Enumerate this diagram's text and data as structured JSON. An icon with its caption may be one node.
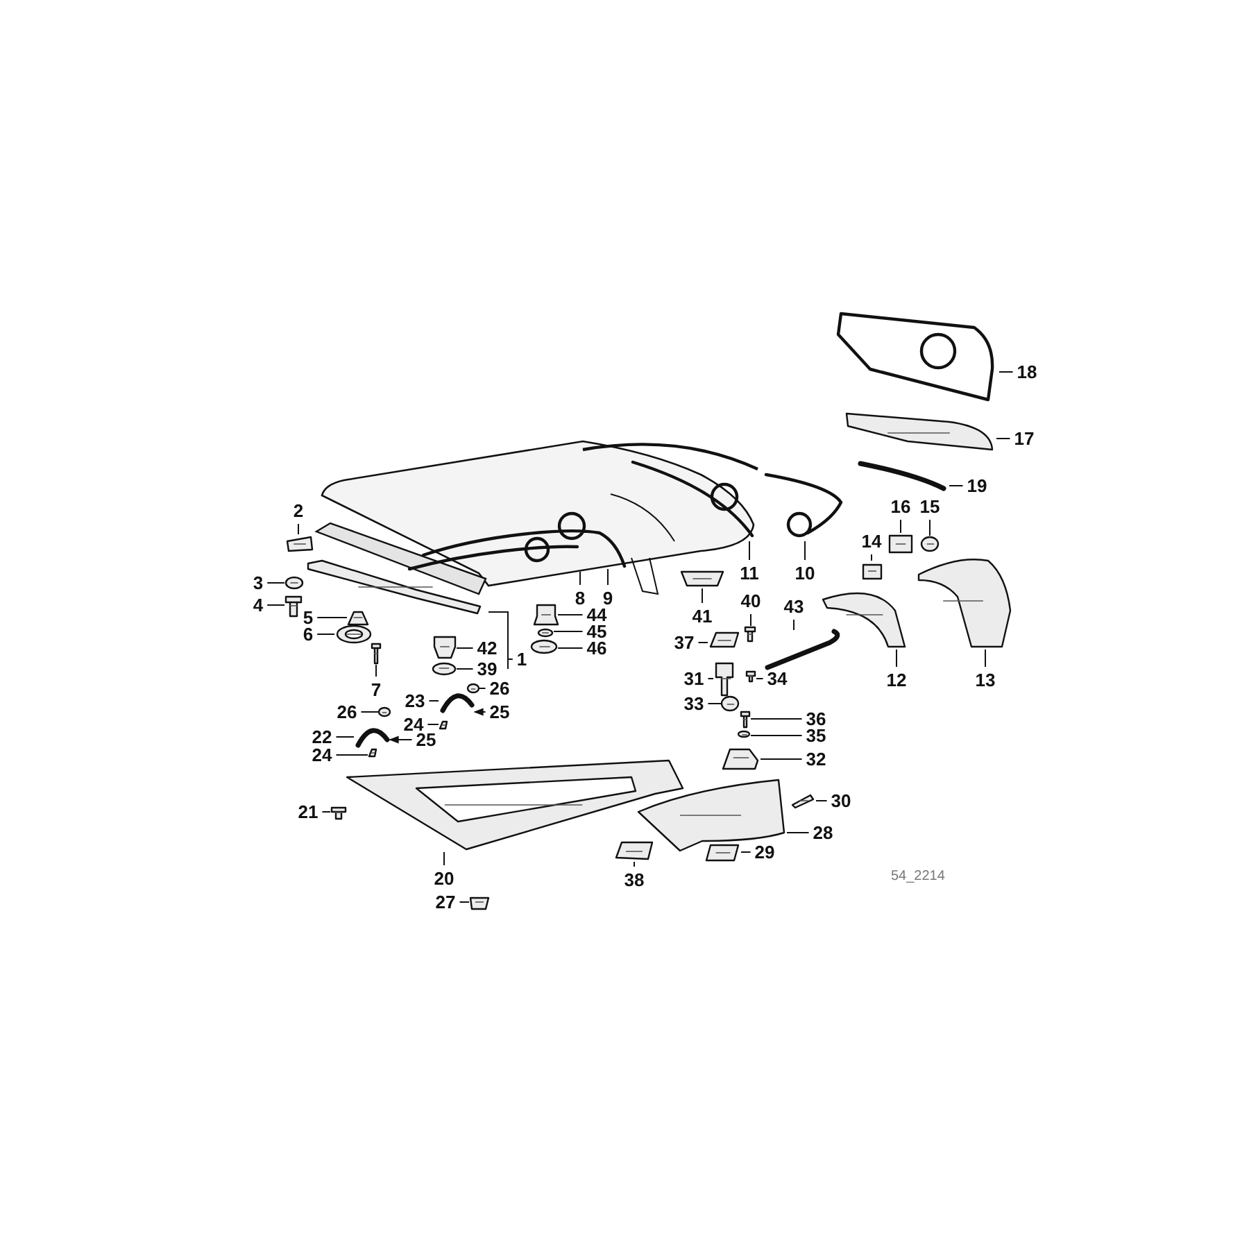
{
  "diagram": {
    "nodes": [
      {
        "text": [
          "1"
        ]
      },
      {
        "text": [],
        "shape": "picture"
      },
      {
        "text": [
          "2"
        ]
      },
      {
        "text": [],
        "shape": "picture"
      },
      {
        "text": [
          "3"
        ]
      },
      {
        "text": [],
        "shape": "picture"
      },
      {
        "text": [
          "4"
        ]
      },
      {
        "text": [],
        "shape": "picture"
      },
      {
        "text": [
          "5"
        ]
      },
      {
        "text": [],
        "shape": "picture"
      },
      {
        "text": [
          "6"
        ]
      },
      {
        "text": [],
        "shape": "picture"
      },
      {
        "text": [
          "7"
        ]
      },
      {
        "text": [],
        "shape": "picture"
      },
      {
        "text": [
          "8"
        ]
      },
      {
        "text": [],
        "shape": "picture"
      },
      {
        "text": [
          "9"
        ]
      },
      {
        "text": [],
        "shape": "picture"
      },
      {
        "text": [
          "10"
        ]
      },
      {
        "text": [],
        "shape": "picture"
      },
      {
        "text": [
          "11"
        ]
      },
      {
        "text": [],
        "shape": "picture"
      },
      {
        "text": [
          "12"
        ]
      },
      {
        "text": [],
        "shape": "picture"
      },
      {
        "text": [
          "13"
        ]
      },
      {
        "text": [],
        "shape": "picture"
      },
      {
        "text": [
          "14"
        ]
      },
      {
        "text": [],
        "shape": "picture"
      },
      {
        "text": [
          "15"
        ]
      },
      {
        "text": [],
        "shape": "picture"
      },
      {
        "text": [
          "16"
        ]
      },
      {
        "text": [],
        "shape": "picture"
      },
      {
        "text": [
          "17"
        ]
      },
      {
        "text": [],
        "shape": "picture"
      },
      {
        "text": [
          "18"
        ]
      },
      {
        "text": [],
        "shape": "picture"
      },
      {
        "text": [
          "19"
        ]
      },
      {
        "text": [],
        "shape": "picture"
      },
      {
        "text": [
          "20"
        ]
      },
      {
        "text": [],
        "shape": "picture"
      },
      {
        "text": [
          "21"
        ]
      },
      {
        "text": [],
        "shape": "picture"
      },
      {
        "text": [
          "22"
        ]
      },
      {
        "text": [],
        "shape": "picture"
      },
      {
        "text": [
          "23"
        ]
      },
      {
        "text": [],
        "shape": "picture"
      },
      {
        "text": [
          "24"
        ]
      },
      {
        "text": [],
        "shape": "picture"
      },
      {
        "text": [
          "24"
        ]
      },
      {
        "text": [],
        "shape": "picture"
      },
      {
        "text": [
          "25"
        ]
      },
      {
        "text": [
          "25"
        ]
      },
      {
        "text": [
          "26"
        ]
      },
      {
        "text": [],
        "shape": "picture"
      },
      {
        "text": [
          "26"
        ]
      },
      {
        "text": [],
        "shape": "picture"
      },
      {
        "text": [
          "27"
        ]
      },
      {
        "text": [],
        "shape": "picture"
      },
      {
        "text": [
          "28"
        ]
      },
      {
        "text": [],
        "shape": "picture"
      },
      {
        "text": [
          "29"
        ]
      },
      {
        "text": [],
        "shape": "picture"
      },
      {
        "text": [
          "30"
        ]
      },
      {
        "text": [],
        "shape": "picture"
      },
      {
        "text": [
          "31"
        ]
      },
      {
        "text": [],
        "shape": "picture"
      },
      {
        "text": [
          "32"
        ]
      },
      {
        "text": [],
        "shape": "picture"
      },
      {
        "text": [
          "33"
        ]
      },
      {
        "text": [],
        "shape": "picture"
      },
      {
        "text": [
          "34"
        ]
      },
      {
        "text": [],
        "shape": "picture"
      },
      {
        "text": [
          "35"
        ]
      },
      {
        "text": [],
        "shape": "picture"
      },
      {
        "text": [
          "36"
        ]
      },
      {
        "text": [],
        "shape": "picture"
      },
      {
        "text": [
          "37"
        ]
      },
      {
        "text": [],
        "shape": "picture"
      },
      {
        "text": [
          "38"
        ]
      },
      {
        "text": [],
        "shape": "picture"
      },
      {
        "text": [
          "39"
        ]
      },
      {
        "text": [],
        "shape": "picture"
      },
      {
        "text": [
          "40"
        ]
      },
      {
        "text": [],
        "shape": "picture"
      },
      {
        "text": [
          "41"
        ]
      },
      {
        "text": [],
        "shape": "picture"
      },
      {
        "text": [
          "42"
        ]
      },
      {
        "text": [],
        "shape": "picture"
      },
      {
        "text": [
          "43"
        ]
      },
      {
        "text": [],
        "shape": "picture"
      },
      {
        "text": [
          "44"
        ]
      },
      {
        "text": [],
        "shape": "picture"
      },
      {
        "text": [
          "45"
        ]
      },
      {
        "text": [],
        "shape": "picture"
      },
      {
        "text": [
          "46"
        ]
      },
      {
        "text": [],
        "shape": "picture"
      }
    ],
    "edges": [
      {
        "from": 0,
        "to": 1,
        "arrow": "none"
      },
      {
        "from": 2,
        "to": 3,
        "arrow": "none"
      },
      {
        "from": 4,
        "to": 5,
        "arrow": "none"
      },
      {
        "from": 6,
        "to": 7,
        "arrow": "none"
      },
      {
        "from": 8,
        "to": 9,
        "arrow": "none"
      },
      {
        "from": 10,
        "to": 11,
        "arrow": "none"
      },
      {
        "from": 12,
        "to": 13,
        "arrow": "none"
      },
      {
        "from": 14,
        "to": 15,
        "arrow": "none"
      },
      {
        "from": 16,
        "to": 17,
        "arrow": "none"
      },
      {
        "from": 18,
        "to": 19,
        "arrow": "none"
      },
      {
        "from": 20,
        "to": 21,
        "arrow": "none"
      },
      {
        "from": 22,
        "to": 23,
        "arrow": "none"
      },
      {
        "from": 24,
        "to": 25,
        "arrow": "none"
      },
      {
        "from": 26,
        "to": 27,
        "arrow": "none"
      },
      {
        "from": 28,
        "to": 29,
        "arrow": "none"
      },
      {
        "from": 30,
        "to": 31,
        "arrow": "none"
      },
      {
        "from": 32,
        "to": 33,
        "arrow": "none"
      },
      {
        "from": 34,
        "to": 35,
        "arrow": "none"
      },
      {
        "from": 36,
        "to": 37,
        "arrow": "none"
      },
      {
        "from": 38,
        "to": 39,
        "arrow": "none"
      },
      {
        "from": 40,
        "to": 41,
        "arrow": "none"
      },
      {
        "from": 42,
        "to": 43,
        "arrow": "none"
      },
      {
        "from": 44,
        "to": 45,
        "arrow": "none"
      },
      {
        "from": 46,
        "to": 47,
        "arrow": "none"
      },
      {
        "from": 48,
        "to": 49,
        "arrow": "none"
      },
      {
        "from": 50,
        "to": 43,
        "arrow": "to"
      },
      {
        "from": 51,
        "to": 45,
        "arrow": "to"
      },
      {
        "from": 52,
        "to": 53,
        "arrow": "none"
      },
      {
        "from": 54,
        "to": 55,
        "arrow": "none"
      },
      {
        "from": 56,
        "to": 57,
        "arrow": "none"
      },
      {
        "from": 58,
        "to": 59,
        "arrow": "none"
      },
      {
        "from": 60,
        "to": 61,
        "arrow": "none"
      },
      {
        "from": 62,
        "to": 63,
        "arrow": "none"
      },
      {
        "from": 64,
        "to": 65,
        "arrow": "none"
      },
      {
        "from": 66,
        "to": 67,
        "arrow": "none"
      },
      {
        "from": 68,
        "to": 69,
        "arrow": "none"
      },
      {
        "from": 70,
        "to": 71,
        "arrow": "none"
      },
      {
        "from": 72,
        "to": 73,
        "arrow": "none"
      },
      {
        "from": 74,
        "to": 75,
        "arrow": "none"
      },
      {
        "from": 76,
        "to": 77,
        "arrow": "none"
      },
      {
        "from": 78,
        "to": 79,
        "arrow": "none"
      },
      {
        "from": 80,
        "to": 81,
        "arrow": "none"
      },
      {
        "from": 82,
        "to": 83,
        "arrow": "none"
      },
      {
        "from": 84,
        "to": 85,
        "arrow": "none"
      },
      {
        "from": 86,
        "to": 87,
        "arrow": "none"
      },
      {
        "from": 88,
        "to": 89,
        "arrow": "none"
      },
      {
        "from": 90,
        "to": 91,
        "arrow": "none"
      },
      {
        "from": 92,
        "to": 93,
        "arrow": "none"
      },
      {
        "from": 94,
        "to": 95,
        "arrow": "none"
      }
    ],
    "labels": [
      "54_2214"
    ]
  }
}
